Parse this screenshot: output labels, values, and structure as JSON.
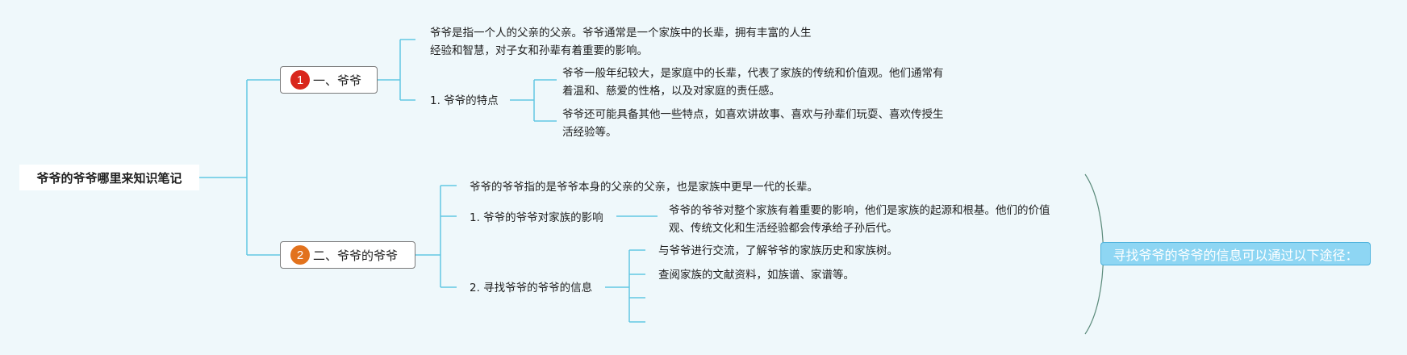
{
  "root": {
    "title": "爷爷的爷爷哪里来知识笔记"
  },
  "topic1": {
    "badge": "1",
    "label": "一、爷爷",
    "definition": [
      "爷爷是指一个人的父亲的父亲。爷爷通常是一个家族中的长辈，拥有丰富的人生",
      "经验和智慧，对子女和孙辈有着重要的影响。"
    ],
    "subtopic": {
      "label": "1. 爷爷的特点",
      "points": [
        [
          "爷爷一般年纪较大，是家庭中的长辈，代表了家族的传统和价值观。他们通常有",
          "着温和、慈爱的性格，以及对家庭的责任感。"
        ],
        [
          "爷爷还可能具备其他一些特点，如喜欢讲故事、喜欢与孙辈们玩耍、喜欢传授生",
          "活经验等。"
        ]
      ]
    }
  },
  "topic2": {
    "badge": "2",
    "label": "二、爷爷的爷爷",
    "definition": "爷爷的爷爷指的是爷爷本身的父亲的父亲，也是家族中更早一代的长辈。",
    "influence": {
      "label": "1. 爷爷的爷爷对家族的影响",
      "text": [
        "爷爷的爷爷对整个家族有着重要的影响，他们是家族的起源和根基。他们的价值",
        "观、传统文化和生活经验都会传承给子孙后代。"
      ]
    },
    "info": {
      "label": "2. 寻找爷爷的爷爷的信息",
      "ways": [
        "与爷爷进行交流，了解爷爷的家族历史和家族树。",
        "查阅家族的文献资料，如族谱、家谱等。"
      ]
    }
  },
  "summary": {
    "label": "寻找爷爷的爷爷的信息可以通过以下途径："
  },
  "colors": {
    "line": "#62c7e3",
    "badge1": "#d9261c",
    "badge2": "#e2721d",
    "summary_bg": "#8ed6f3",
    "bracket": "#5a8a7a"
  }
}
